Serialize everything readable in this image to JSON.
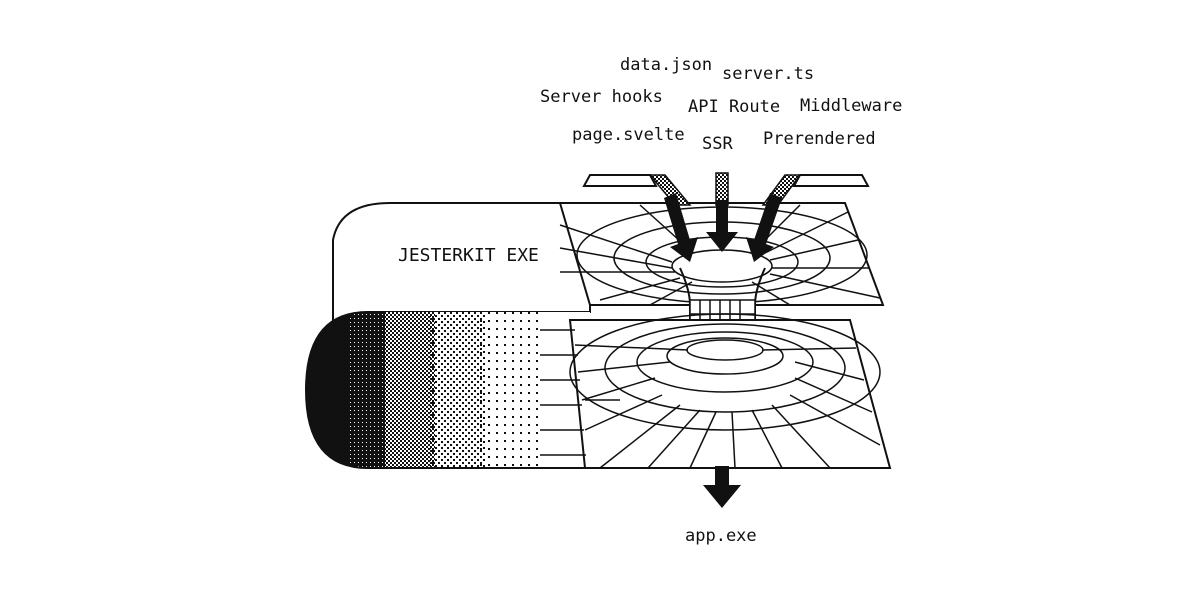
{
  "diagram": {
    "product_label": "JESTERKIT EXE",
    "input_labels": {
      "data_json": "data.json",
      "server_ts": "server.ts",
      "server_hooks": "Server hooks",
      "api_route": "API Route",
      "middleware": "Middleware",
      "page_svelte": "page.svelte",
      "ssr": "SSR",
      "prerendered": "Prerendered"
    },
    "output_label": "app.exe",
    "colors": {
      "ink": "#111111",
      "paper": "#ffffff"
    }
  }
}
